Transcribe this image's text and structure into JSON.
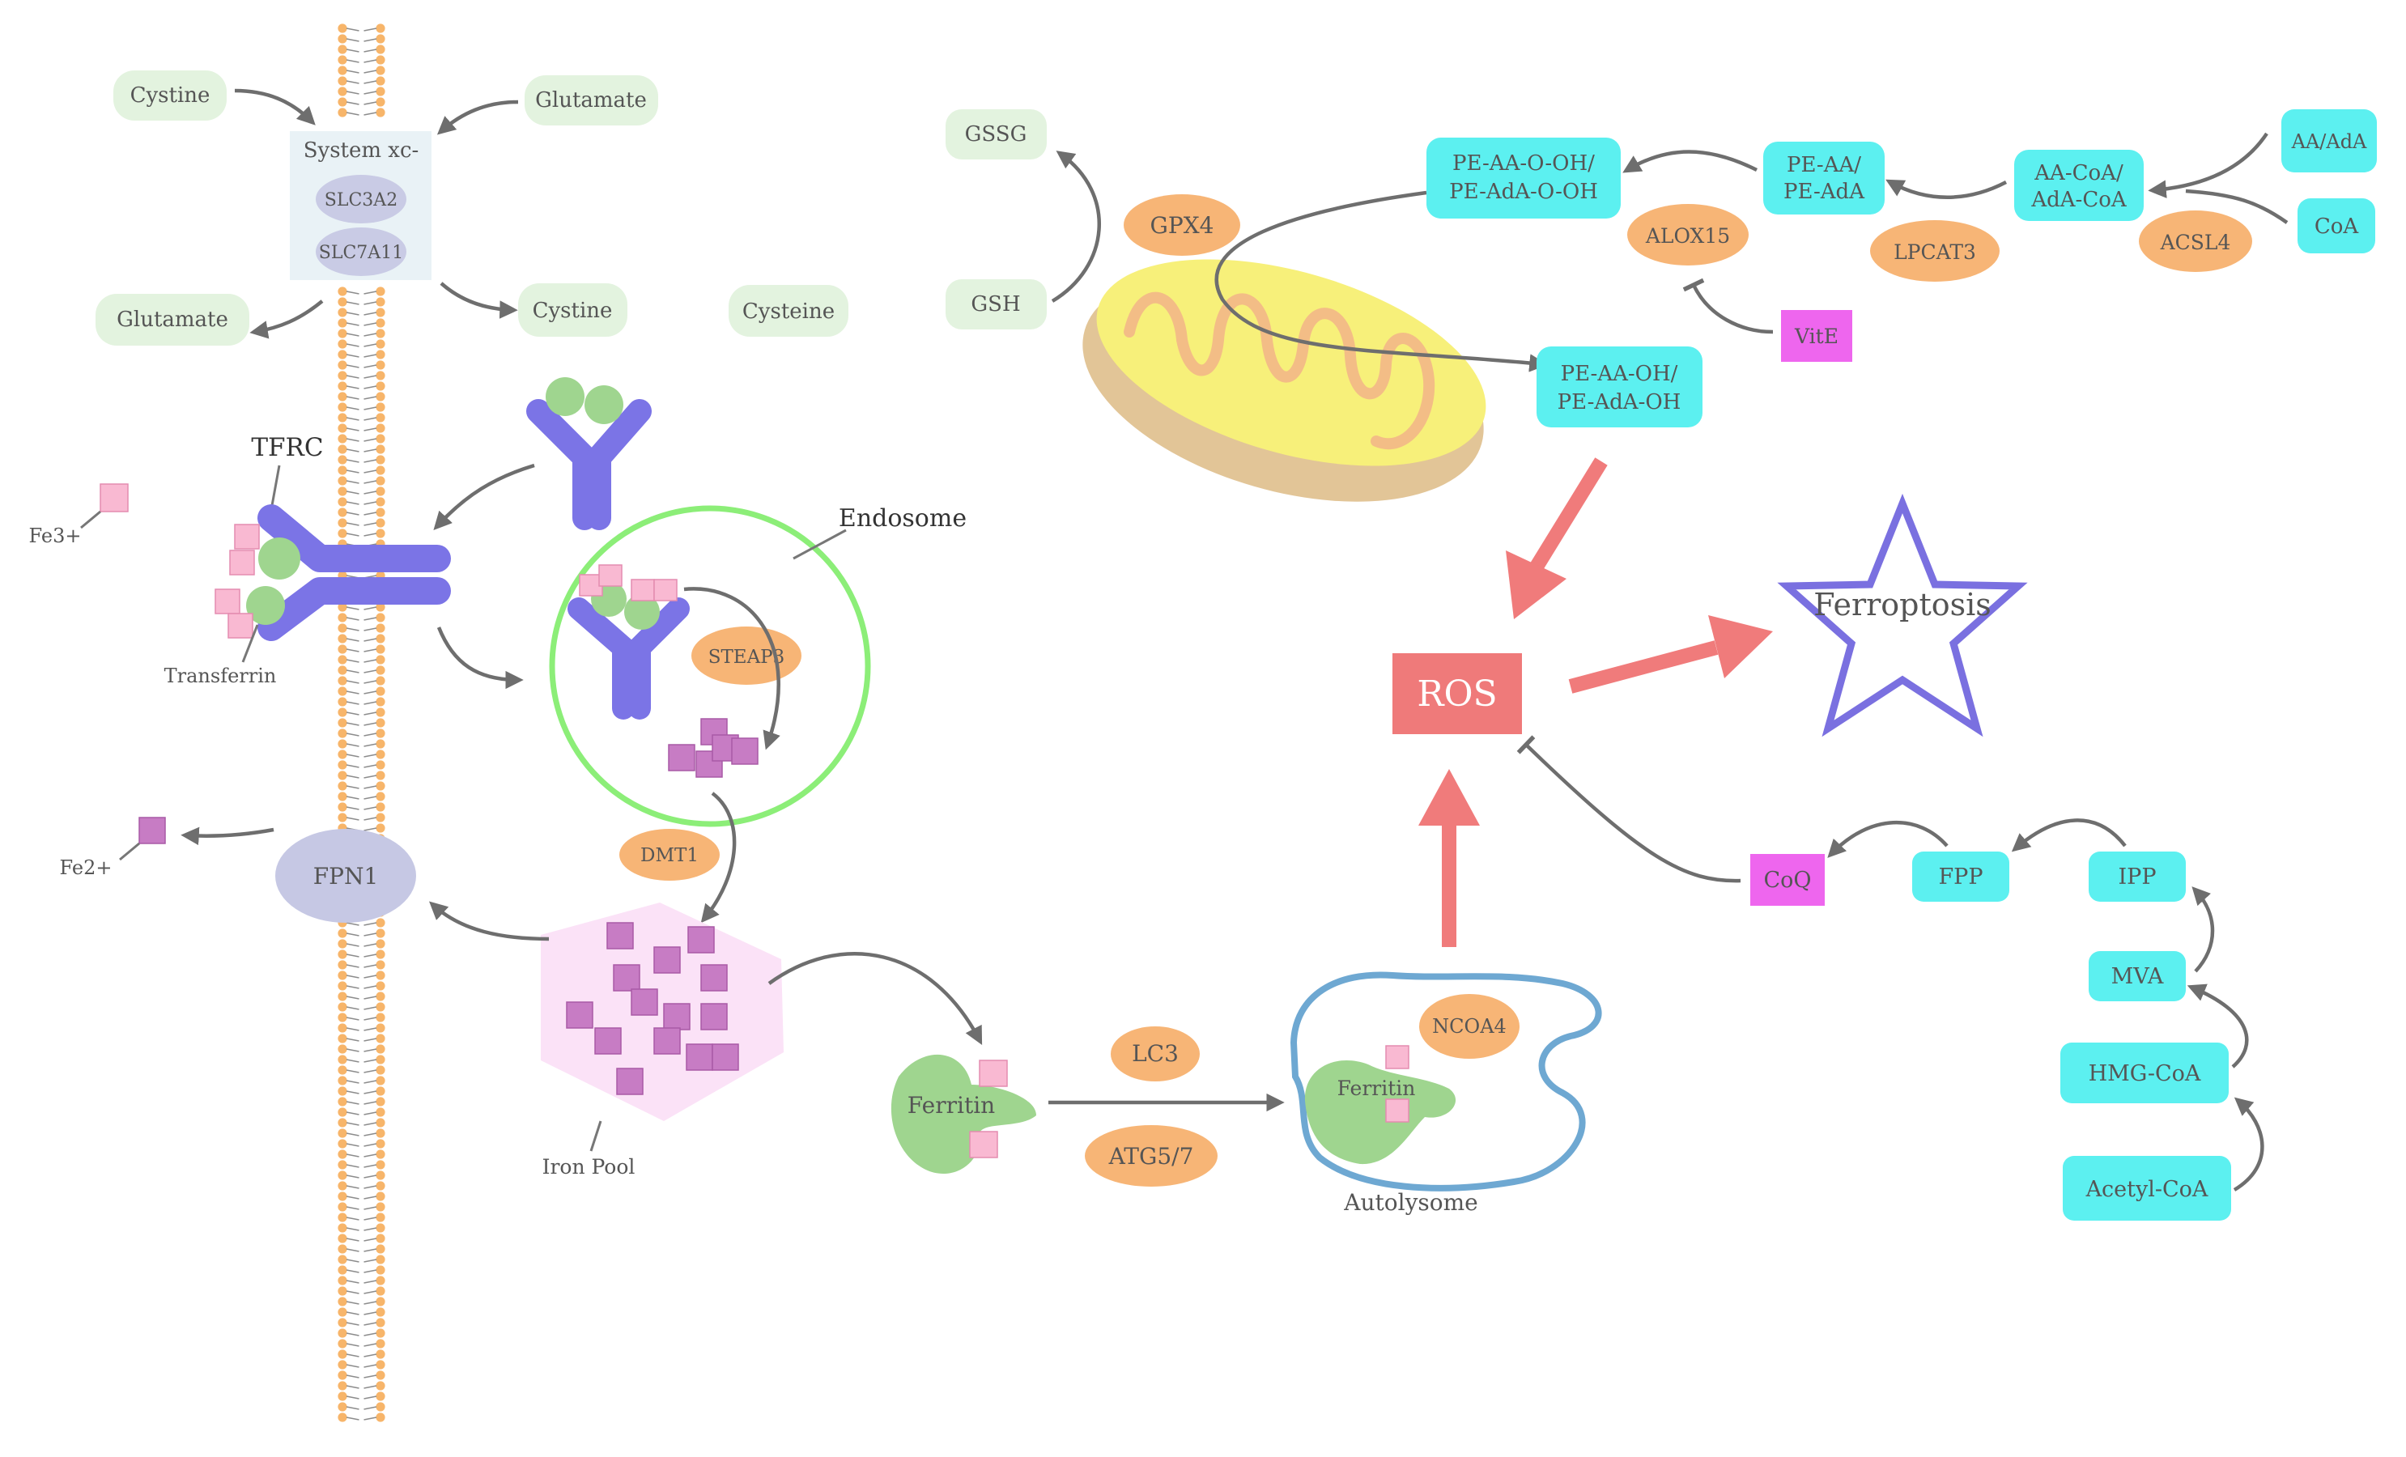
{
  "membrane": {
    "system_xc": "System xc-",
    "slc3a2": "SLC3A2",
    "slc7a11": "SLC7A11",
    "cystine_out": "Cystine",
    "glutamate_in": "Glutamate",
    "glutamate_out": "Glutamate",
    "cystine_in": "Cystine",
    "cysteine": "Cysteine",
    "tfrc": "TFRC",
    "transferrin": "Transferrin",
    "fe3": "Fe3+",
    "fe2": "Fe2+",
    "fpn1": "FPN1"
  },
  "endosome": {
    "label": "Endosome",
    "steap3": "STEAP3",
    "dmt1": "DMT1"
  },
  "iron_pool": {
    "label": "Iron Pool"
  },
  "ferritinophagy": {
    "ferritin": "Ferritin",
    "lc3": "LC3",
    "atg": "ATG5/7",
    "autolysome_ferritin": "Ferritin",
    "ncoa4": "NCOA4",
    "autolysome": "Autolysome"
  },
  "gsh_axis": {
    "gssg": "GSSG",
    "gsh": "GSH",
    "gpx4": "GPX4"
  },
  "lipid": {
    "pe_ooh_1": "PE-AA-O-OH/",
    "pe_ooh_2": "PE-AdA-O-OH",
    "pe_aa_1": "PE-AA/",
    "pe_aa_2": "PE-AdA",
    "aacoa_1": "AA-CoA/",
    "aacoa_2": "AdA-CoA",
    "aa_ada": "AA/AdA",
    "coa": "CoA",
    "alox15": "ALOX15",
    "lpcat3": "LPCAT3",
    "acsl4": "ACSL4",
    "vite": "VitE",
    "pe_oh_1": "PE-AA-OH/",
    "pe_oh_2": "PE-AdA-OH"
  },
  "center": {
    "ros": "ROS",
    "ferroptosis": "Ferroptosis"
  },
  "mevalonate": {
    "coq": "CoQ",
    "fpp": "FPP",
    "ipp": "IPP",
    "mva": "MVA",
    "hmgcoa": "HMG-CoA",
    "acetylcoa": "Acetyl-CoA"
  },
  "colors": {
    "green_box": "#e3f3df",
    "cyan_box": "#5cf0f0",
    "orange_oval": "#f7b576",
    "magenta_box": "#ee66ee",
    "ros_box": "#ef7a7a",
    "receptor": "#7b74e6",
    "endosome_ring": "#8cee78",
    "ferritin": "#9fd58f",
    "autolysome": "#6ea8d2",
    "iron_sq": "#c77cc4",
    "fe3_sq": "#f9b9d2",
    "fpn1": "#c6c8e4",
    "pool": "#fbe2f7",
    "mito_outer": "#f7f07a",
    "mito_base": "#e2c597",
    "mito_cristae": "#f3bd86",
    "red_arrow": "#f07b7b",
    "star": "#7a70e0"
  }
}
